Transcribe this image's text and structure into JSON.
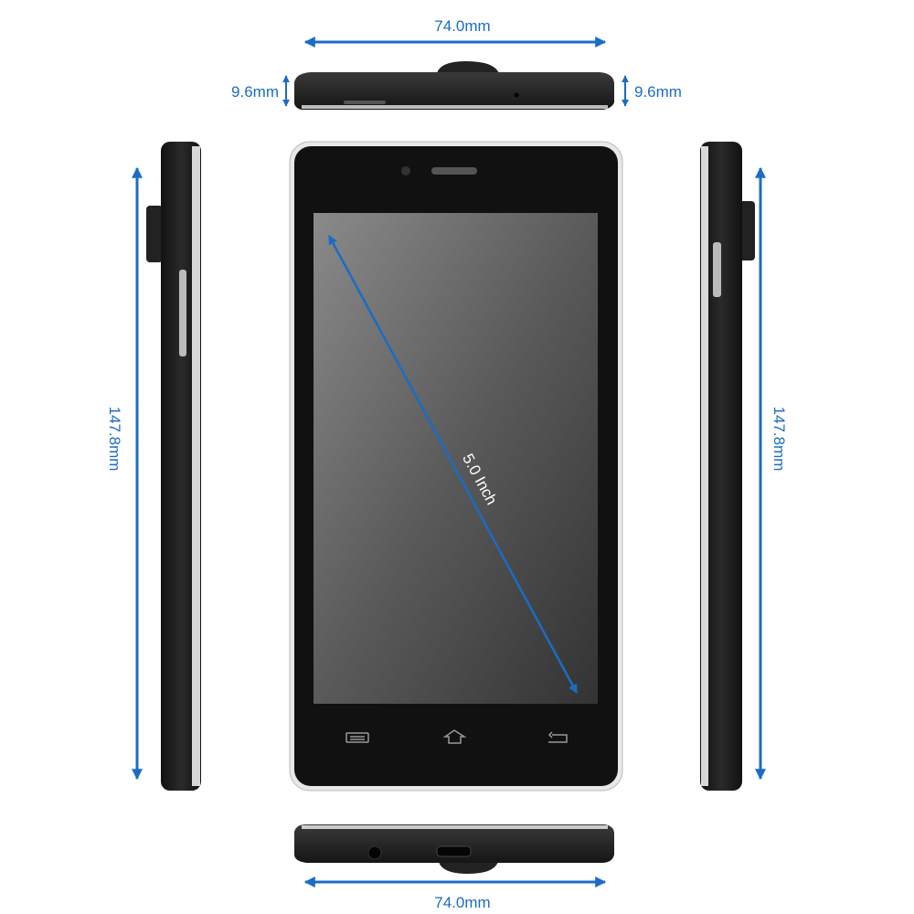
{
  "dimensions": {
    "width_top": "74.0mm",
    "width_bottom": "74.0mm",
    "thickness_left": "9.6mm",
    "thickness_right": "9.6mm",
    "height_left": "147.8mm",
    "height_right": "147.8mm",
    "screen_diagonal": "5.0 Inch"
  },
  "colors": {
    "accent": "#1b6cc4",
    "body": "#1c1c1c",
    "bezel": "#e8e8e8"
  },
  "nav_icons": [
    "menu-icon",
    "home-icon",
    "back-icon"
  ]
}
